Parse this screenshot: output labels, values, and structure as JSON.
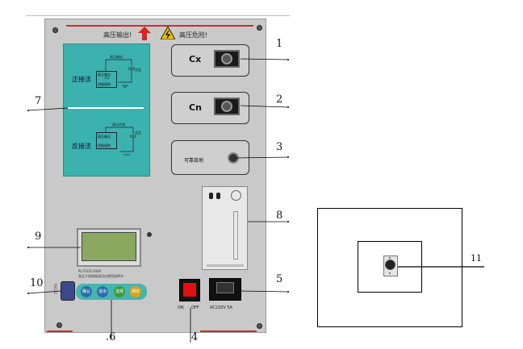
{
  "header": {
    "hv_output": "高压输出!",
    "hv_danger": "高压危险!"
  },
  "panel": {
    "positive_method": "正接法",
    "reverse_method": "反接法",
    "schematic_top": {
      "hv_out": "高压输出",
      "hv_out_inner": "高压输出",
      "cx": "Cx",
      "test_item": "试品",
      "ground": "测量接地"
    },
    "schematic_bottom": {
      "hv_line": "高压芯线",
      "hv_out": "高压输出",
      "test_item": "试品",
      "ground": "测量接地"
    },
    "cx_label": "Cx",
    "cn_label": "Cn",
    "ground_label": "可靠接地",
    "lcd_caption_1": "PL-TSCD-2000",
    "lcd_caption_2": "高压介质损耗测试仪使用说明书",
    "keys": [
      "确认",
      "退出",
      "选择",
      "测定"
    ],
    "serial_label": "RS232",
    "switch_on": "ON",
    "switch_off": "OFF",
    "power_label": "AC220V 5A"
  },
  "callouts": {
    "c1": "1",
    "c2": "2",
    "c3": "3",
    "c4": "4",
    "c5": "5",
    "c6": ".6",
    "c7": "7",
    "c8": "8",
    "c9": "9",
    "c10": "10",
    "c11": "11"
  },
  "colors": {
    "teal": "#3bb2ad",
    "red_warning": "#c8302a",
    "warning_yellow": "#f0c000",
    "panel_gray": "#c9c9c9"
  }
}
